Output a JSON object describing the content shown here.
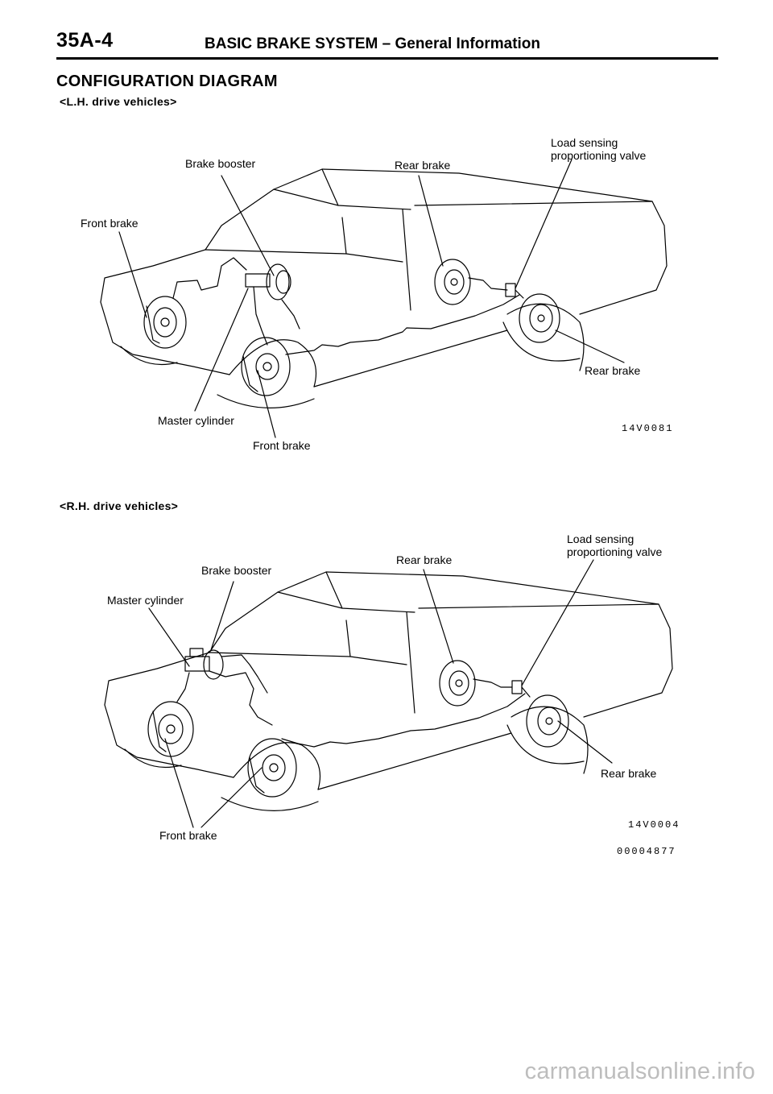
{
  "header": {
    "page_number": "35A-4",
    "title": "BASIC BRAKE SYSTEM – General Information"
  },
  "section": {
    "heading": "CONFIGURATION DIAGRAM"
  },
  "figures": [
    {
      "subheading": "<L.H. drive vehicles>",
      "labels": {
        "front_brake_top": "Front brake",
        "brake_booster": "Brake booster",
        "rear_brake_top": "Rear brake",
        "valve_line1": "Load sensing",
        "valve_line2": "proportioning valve",
        "rear_brake_right": "Rear brake",
        "master_cylinder": "Master cylinder",
        "front_brake_bottom": "Front brake"
      },
      "figure_code": "14V0081"
    },
    {
      "subheading": "<R.H. drive vehicles>",
      "labels": {
        "valve_line1": "Load sensing",
        "valve_line2": "proportioning valve",
        "rear_brake_top": "Rear brake",
        "brake_booster": "Brake booster",
        "master_cylinder": "Master cylinder",
        "rear_brake_right": "Rear brake",
        "front_brake": "Front brake"
      },
      "figure_code": "14V0004",
      "document_code": "00004877"
    }
  ],
  "watermark": "carmanualsonline.info"
}
